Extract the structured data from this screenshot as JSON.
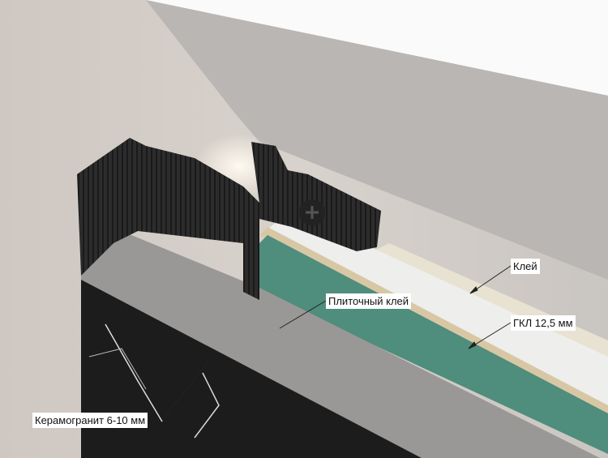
{
  "labels": {
    "glue": "Клей",
    "tile_adhesive": "Плиточный клей",
    "drywall": "ГКЛ 12,5 мм",
    "porcelain": "Керамогранит 6-10 мм"
  },
  "colors": {
    "ceiling": "#ffffff",
    "wall": "#d4d0cc",
    "profile": "#2a2a2a",
    "drywall_core": "#4f8d7c",
    "tile": "#1c1c1c",
    "adhesive": "#9a9896",
    "glue": "#e8e2d2"
  }
}
